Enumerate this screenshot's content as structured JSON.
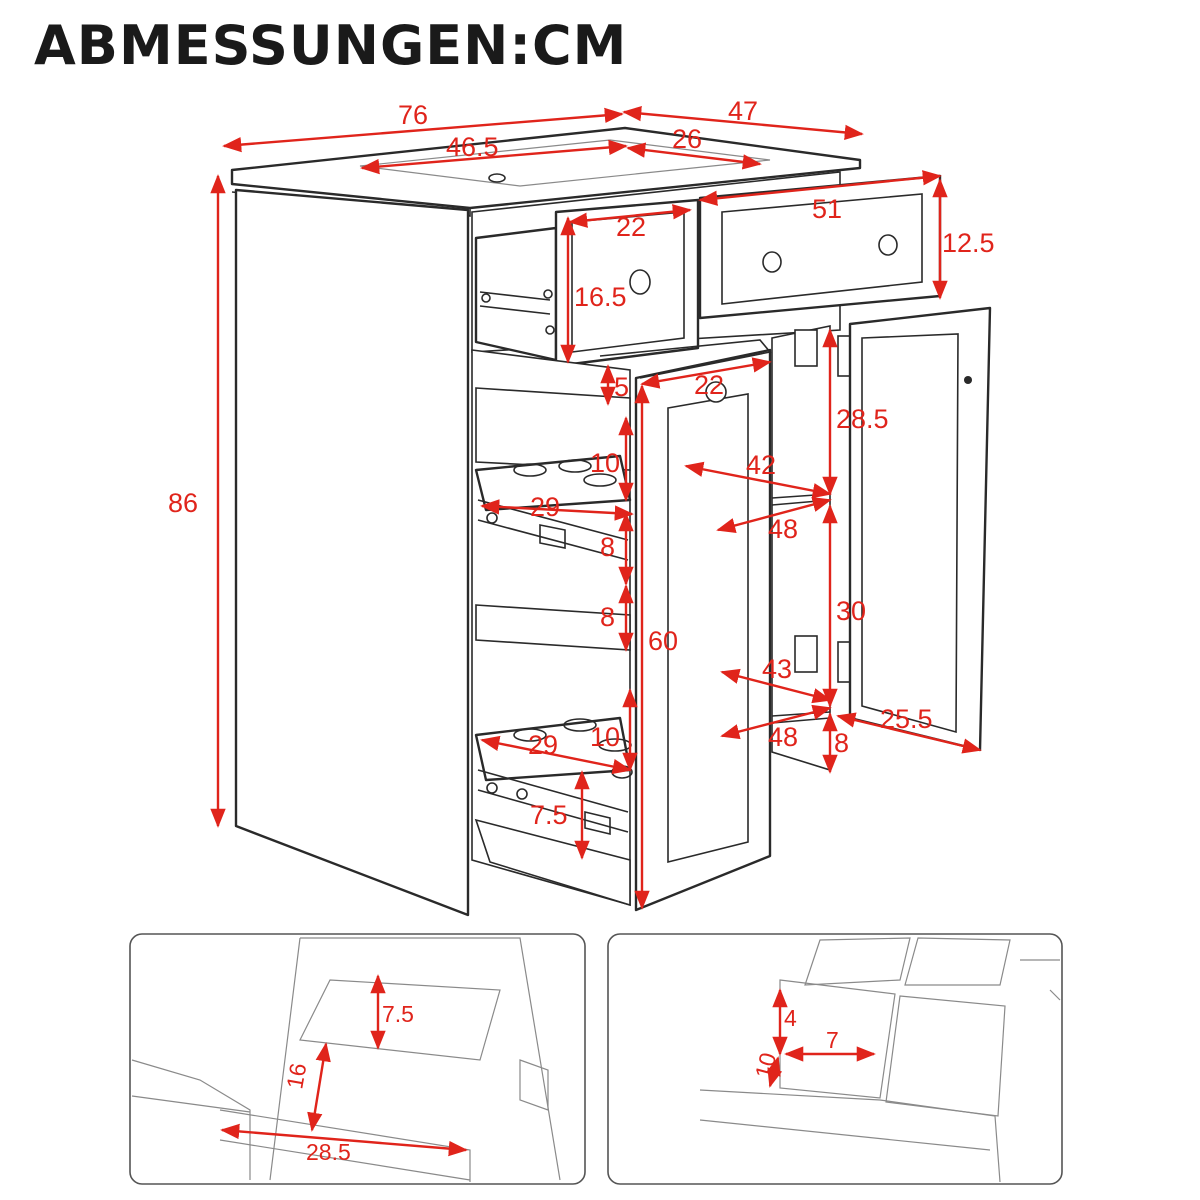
{
  "title": "ABMESSUNGEN:CM",
  "colors": {
    "dimension": "#e0241b",
    "outline": "#2a2a2a",
    "background": "#ffffff"
  },
  "dimensions": {
    "total_width": "76",
    "total_depth": "47",
    "sink_width": "46.5",
    "sink_depth": "26",
    "total_height": "86",
    "small_drawer_width": "22",
    "small_drawer_height": "16.5",
    "large_drawer_width": "51",
    "large_drawer_height": "12.5",
    "gap_top": "5",
    "left_door_width": "22",
    "pullout_height": "60",
    "tray_rim_upper": "10",
    "tray_width_upper": "29",
    "slot_gap_1": "8",
    "slot_gap_2": "8",
    "tray_width_lower": "29",
    "tray_rim_lower": "10",
    "bottom_gap": "7.5",
    "upper_compartment_height": "28.5",
    "shelf_width_upper": "42",
    "shelf_depth_upper": "48",
    "lower_compartment_height": "30",
    "shelf_width_lower": "43",
    "shelf_depth_lower": "48",
    "right_door_width": "25.5",
    "plinth_height": "8"
  },
  "detail_left": {
    "drawer_depth": "7.5",
    "side_height": "16",
    "drawer_length": "28.5"
  },
  "detail_right": {
    "divider_height": "4",
    "compartment_width": "7",
    "compartment_depth": "10"
  }
}
